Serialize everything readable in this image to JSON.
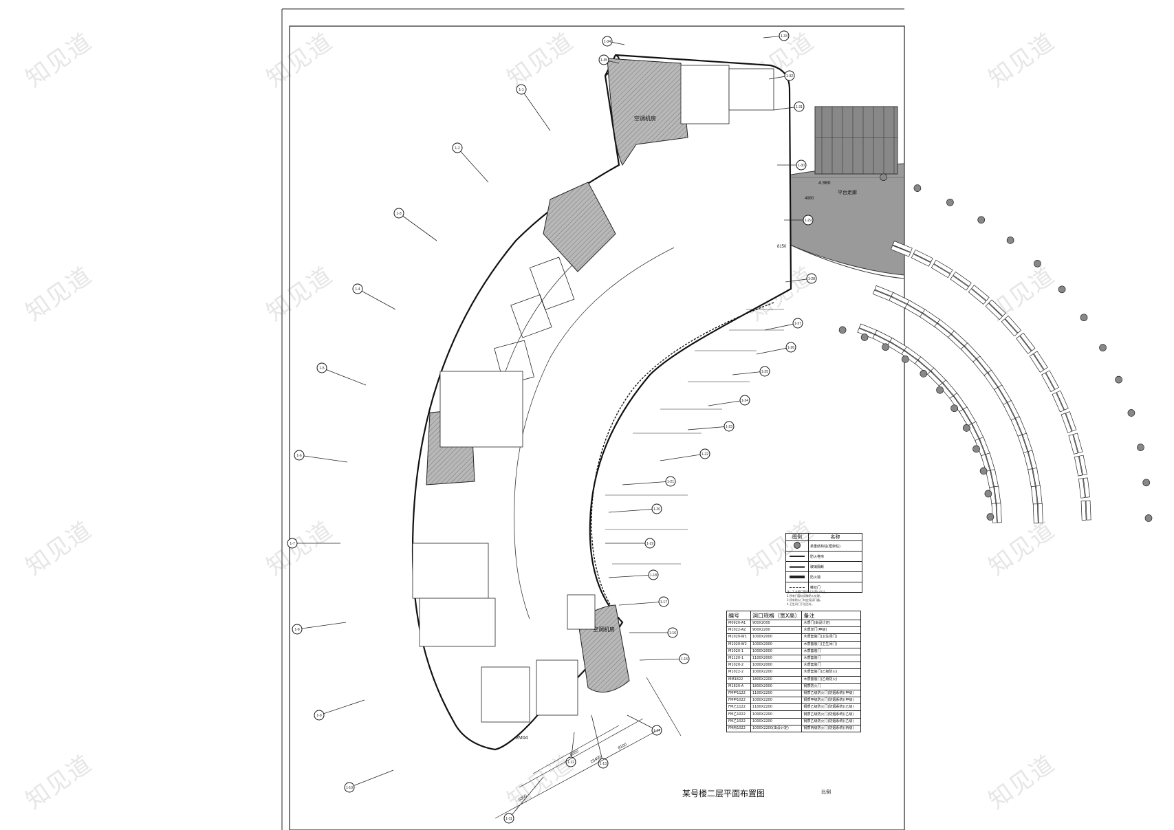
{
  "watermark": "知见道",
  "drawing": {
    "title": "某号楼二层平面布置图",
    "scale": "比例",
    "room_void_label": "空调机房",
    "level_label": "4.980",
    "platform_label": "平台走廊",
    "area_label": "2M04"
  },
  "door_table": {
    "headers": [
      "编号",
      "洞口规格（宽X高）",
      "备注"
    ],
    "rows": [
      [
        "M0920-A1",
        "900X2000",
        "木质门(由设计定)"
      ],
      [
        "M1022-A2",
        "900X2200",
        "木质单门(甲级)"
      ],
      [
        "M1020-W1",
        "1000X2000",
        "木质套装门(卫生间门)"
      ],
      [
        "M1020-W2",
        "1000X2000",
        "木质套装门(卫生间门)"
      ],
      [
        "M1020-1",
        "1000X2000",
        "木质套装门"
      ],
      [
        "M1120-1",
        "1100X2000",
        "木质套装门"
      ],
      [
        "M1020-2",
        "1000X2000",
        "木质套装门"
      ],
      [
        "M1022-2",
        "1000X2200",
        "木质套装门(乙级防火)"
      ],
      [
        "MM1822",
        "1800X2200",
        "木质套装门(乙级防火)"
      ],
      [
        "M1820-A",
        "1800X2000",
        "钢质防火门"
      ],
      [
        "FM甲1122",
        "1100X2200",
        "钢质乙级防火门(防烟系统)(甲级)"
      ],
      [
        "FM甲1022",
        "1000X2200",
        "钢质甲级防火门(防烟系统)(甲级)"
      ],
      [
        "FM乙1122",
        "1100X2200",
        "钢质乙级防火门(防烟系统)(乙级)"
      ],
      [
        "FM乙1022",
        "1000X2200",
        "钢质乙级防火门(防烟系统)(乙级)"
      ],
      [
        "FM乙1022",
        "1000X2200",
        "钢质乙级防火门(防烟系统)(乙级)"
      ],
      [
        "FM丙1022",
        "1000X2200(由设计定)",
        "钢质丙级防火门(防烟系统)(丙级)"
      ]
    ]
  },
  "legend": {
    "headers": [
      "图例",
      "名称"
    ],
    "rows": [
      "承重结构柱(框架柱)",
      "防火卷帘",
      "玻璃隔断",
      "防火墙",
      "推拉门"
    ]
  },
  "notes": [
    "注：1.本图门窗尺寸为洞口尺寸。",
    "2.所有门窗均须做防火处理。",
    "3.所有防火门均应设闭门器。",
    "4.卫生间门下设百叶。"
  ],
  "grid_markers": [
    "1-1",
    "1-2",
    "1-3",
    "1-4",
    "1-5",
    "1-6",
    "1-7",
    "1-8",
    "1-9",
    "1-10",
    "1-11",
    "1-12",
    "1-13",
    "1-14",
    "1-15",
    "1-16",
    "1-17",
    "1-18",
    "1-19",
    "1-20",
    "1-21",
    "1-22",
    "1-23",
    "1-24",
    "1-25",
    "1-26",
    "1-27",
    "1-28",
    "1-29",
    "1-30",
    "1-31",
    "1-32",
    "1-33",
    "1-34",
    "1-35"
  ],
  "dimensions": [
    "23400",
    "8100",
    "6000",
    "8150",
    "4980",
    "6300"
  ]
}
